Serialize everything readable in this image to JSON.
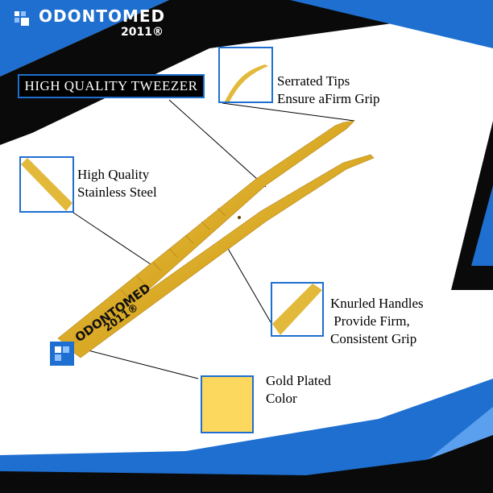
{
  "brand": {
    "name": "ODONTOMED",
    "year": "2011®"
  },
  "title": "HIGH QUALITY TWEEZER",
  "callouts": {
    "tips": [
      "Serrated Tips",
      "Ensure aFirm Grip"
    ],
    "steel": [
      "High Quality",
      "Stainless Steel"
    ],
    "handles": [
      "Knurled Handles",
      " Provide Firm,",
      "Consistent Grip"
    ],
    "color": [
      "Gold Plated",
      "Color"
    ]
  },
  "product_engraving": {
    "name": "ODONTOMED",
    "year": "2011®"
  },
  "colors": {
    "accent_blue": "#1e6fd0",
    "gold": "#e8c64a",
    "swatch": "#fdd85e"
  }
}
